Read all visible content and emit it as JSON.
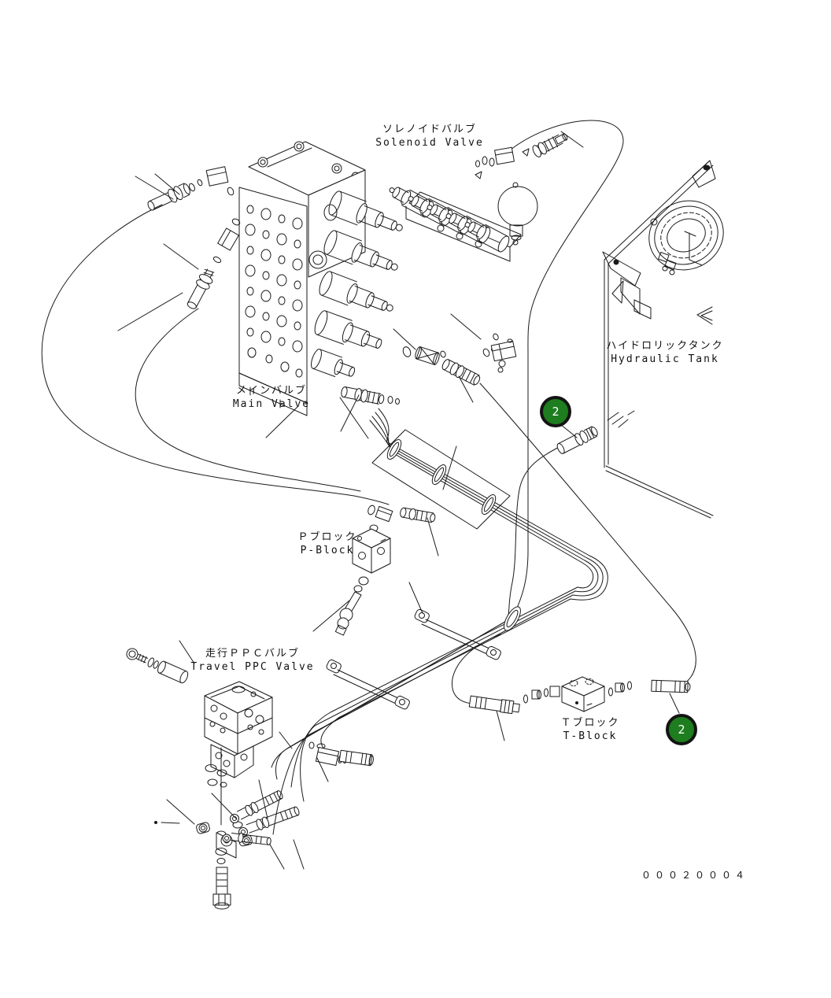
{
  "diagram": {
    "labels": {
      "solenoid_valve": {
        "jp": "ソレノイドバルブ",
        "en": "Solenoid Valve"
      },
      "main_valve": {
        "jp": "メインバルブ",
        "en": "Main Valve"
      },
      "hydraulic_tank": {
        "jp": "ハイドロリックタンク",
        "en": "Hydraulic Tank"
      },
      "p_block": {
        "jp": "Ｐブロック",
        "en": "P-Block"
      },
      "travel_ppc_valve": {
        "jp": "走行ＰＰＣバルブ",
        "en": "Travel PPC Valve"
      },
      "t_block": {
        "jp": "Ｔブロック",
        "en": "T-Block"
      }
    },
    "callouts": [
      {
        "number": "2"
      },
      {
        "number": "2"
      }
    ],
    "drawing_number": "０００２０００４",
    "colors": {
      "callout_fill": "#1e7d1e",
      "callout_border": "#141414",
      "line": "#1a1a1a",
      "background": "#ffffff"
    }
  }
}
